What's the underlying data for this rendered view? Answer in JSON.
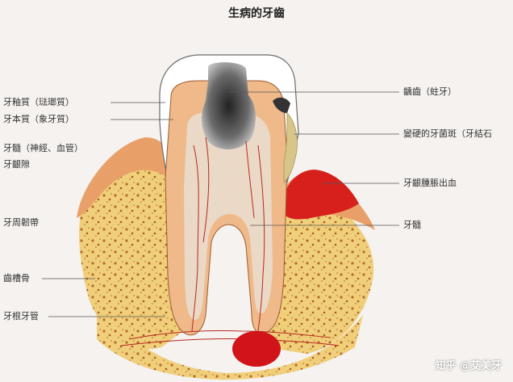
{
  "title": "生病的牙齒",
  "labels_left": [
    "牙釉質（琺瑯質）",
    "牙本質（象牙質）",
    "牙髓（神經、血管）",
    "牙齦隙",
    "牙周韌帶",
    "齒槽骨",
    "牙根牙管"
  ],
  "labels_right": [
    "齲齒（蛀牙）",
    "變硬的牙菌斑（牙結石",
    "牙齦腫脹出血",
    "牙髓"
  ],
  "watermark": "知乎 @艾美牙",
  "colors": {
    "background": "#f5f2ef",
    "bone": "#f0cf7a",
    "gum": "#e9a068",
    "dentin": "#efb98a",
    "pulp": "#ead9c6",
    "caries": "#5c5c5c",
    "inflamed_gum": "#d7201c",
    "abscess": "#d0141a",
    "nerve": "#b8281e",
    "line": "#555555"
  }
}
